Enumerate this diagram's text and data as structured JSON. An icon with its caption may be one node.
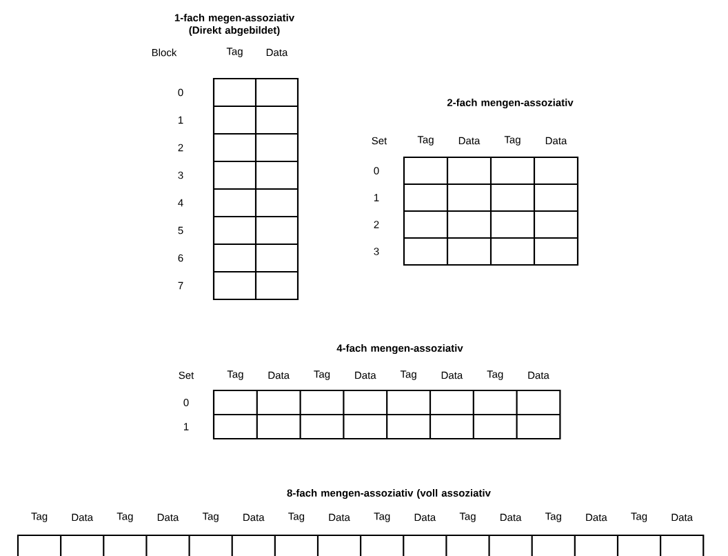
{
  "diagram": {
    "nodes": [
      {
        "text": [
          "1-fach megen-assoziativ (Direkt abgebildet)",
          "Block",
          "Tag",
          "Data",
          "0",
          "1",
          "2",
          "3",
          "4",
          "5",
          "6",
          "7"
        ]
      },
      {
        "text": [
          "2-fach mengen-assoziativ",
          "Set",
          "Tag",
          "Data",
          "Tag",
          "Data",
          "0",
          "1",
          "2",
          "3"
        ]
      },
      {
        "text": [
          "4-fach mengen-assoziativ",
          "Set",
          "Tag",
          "Data",
          "Tag",
          "Data",
          "Tag",
          "Data",
          "Tag",
          "Data",
          "0",
          "1"
        ]
      },
      {
        "text": [
          "8-fach mengen-assoziativ (voll assoziativ",
          "Tag",
          "Data",
          "Tag",
          "Data",
          "Tag",
          "Data",
          "Tag",
          "Data",
          "Tag",
          "Data",
          "Tag",
          "Data",
          "Tag",
          "Data",
          "Tag",
          "Data"
        ]
      }
    ]
  }
}
